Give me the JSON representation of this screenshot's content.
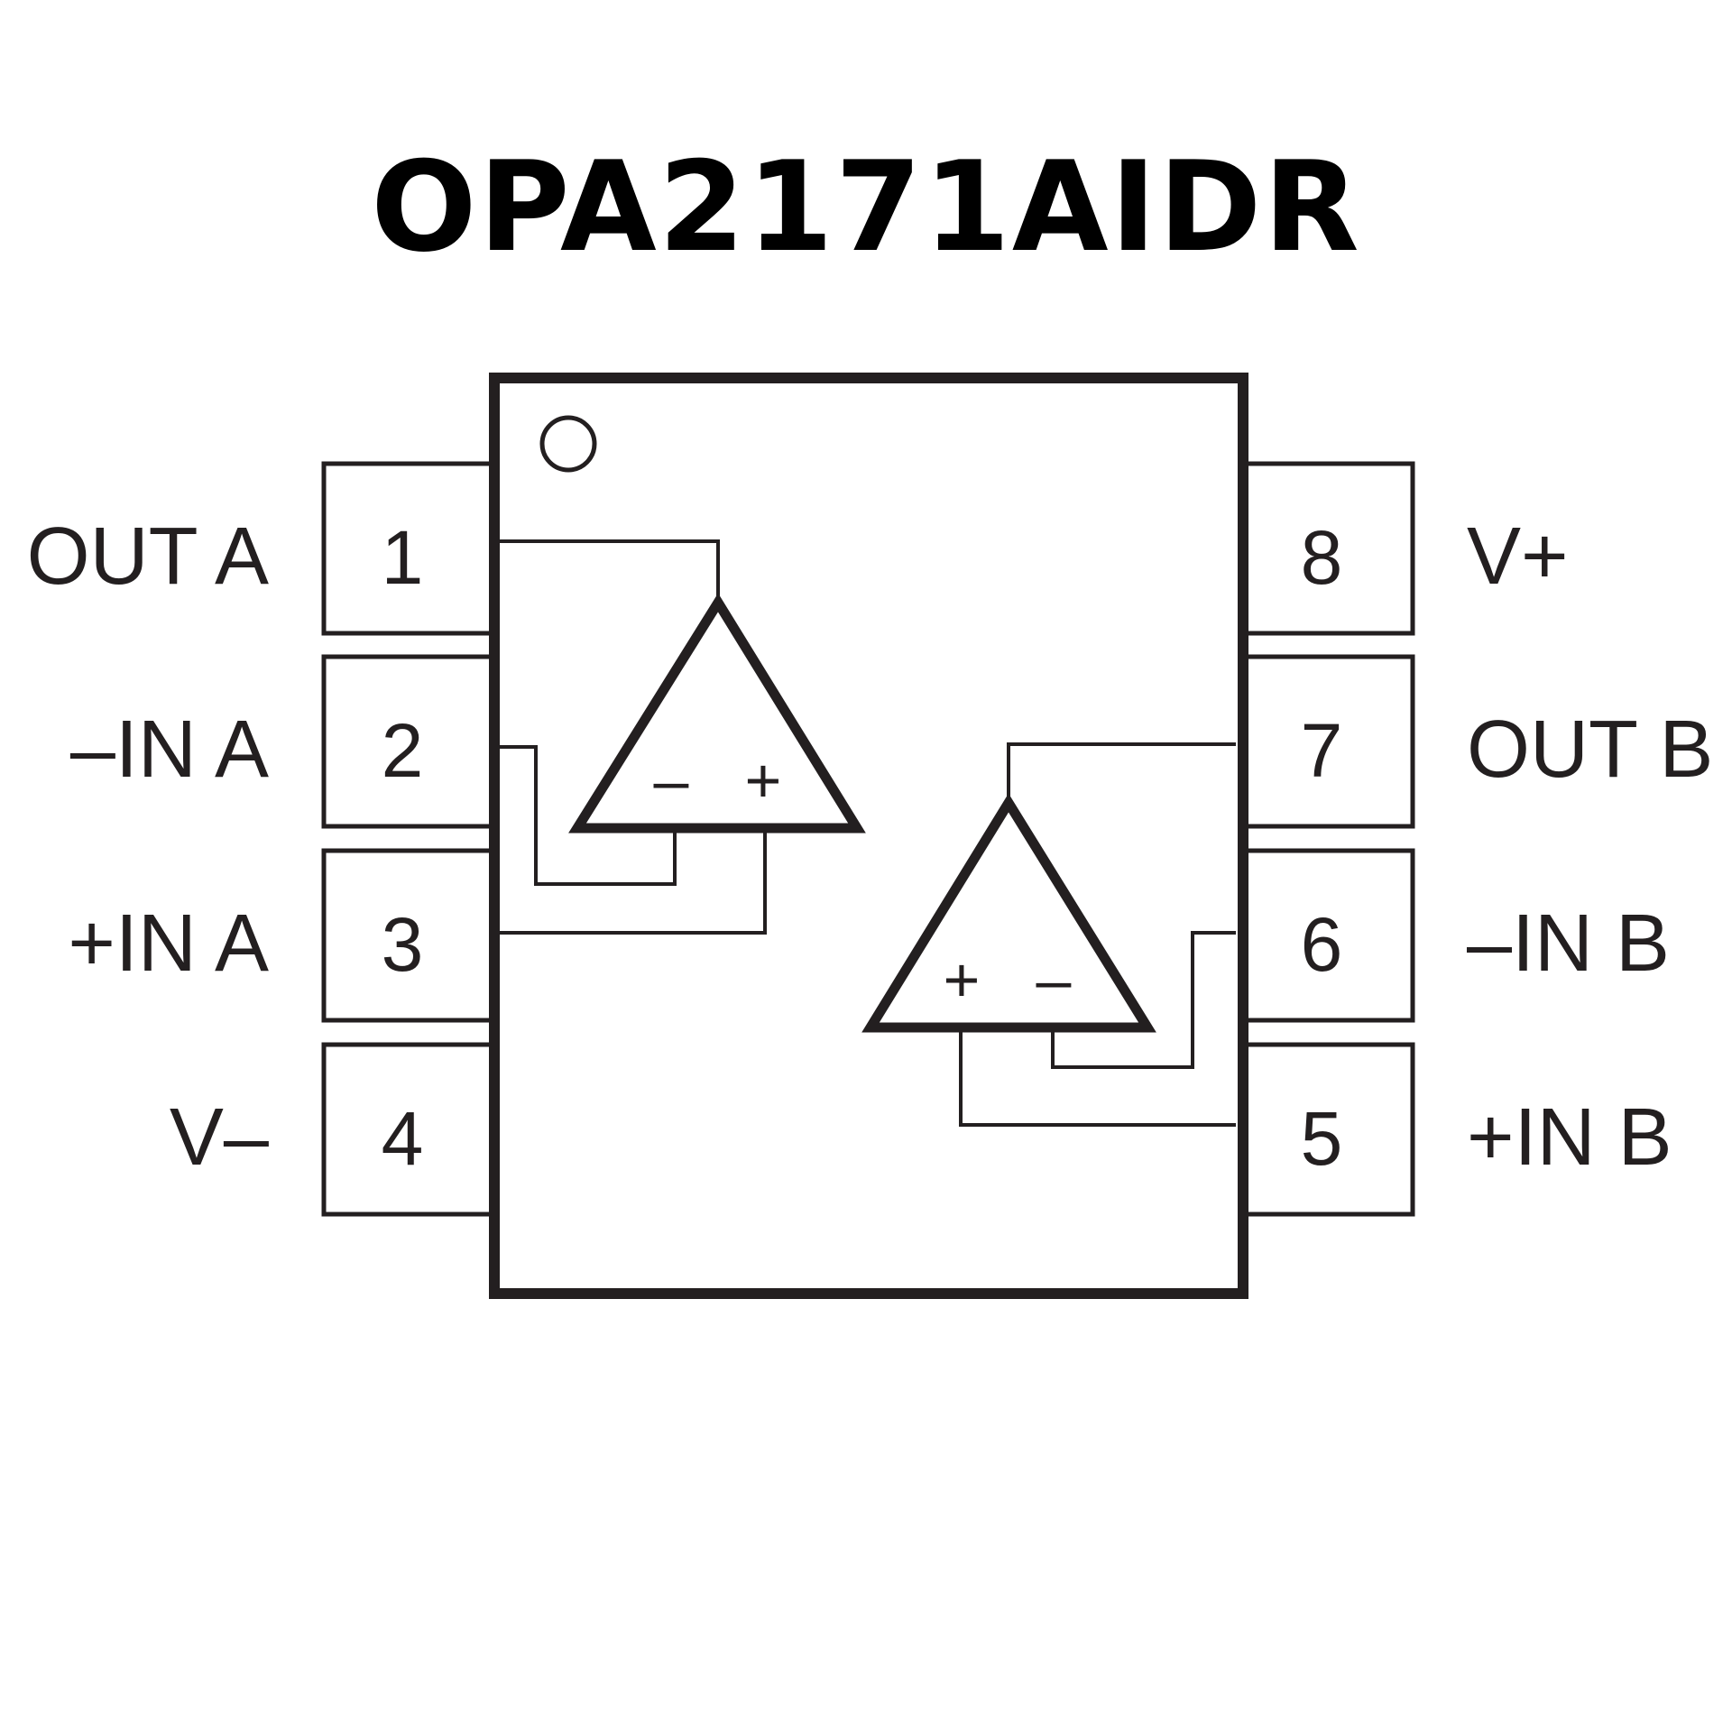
{
  "title": "OPA2171AIDR",
  "colors": {
    "stroke": "#231f20",
    "text": "#231f20",
    "title": "#000000",
    "background": "#ffffff"
  },
  "pins": [
    {
      "number": "1",
      "label": "OUT A",
      "side": "left"
    },
    {
      "number": "2",
      "label": "–IN A",
      "side": "left"
    },
    {
      "number": "3",
      "label": "+IN A",
      "side": "left"
    },
    {
      "number": "4",
      "label": "V–",
      "side": "left"
    },
    {
      "number": "5",
      "label": "+IN B",
      "side": "right"
    },
    {
      "number": "6",
      "label": "–IN B",
      "side": "right"
    },
    {
      "number": "7",
      "label": "OUT B",
      "side": "right"
    },
    {
      "number": "8",
      "label": "V+",
      "side": "right"
    }
  ],
  "opamps": {
    "a": {
      "minus": "–",
      "plus": "+"
    },
    "b": {
      "plus": "+",
      "minus": "–"
    }
  }
}
